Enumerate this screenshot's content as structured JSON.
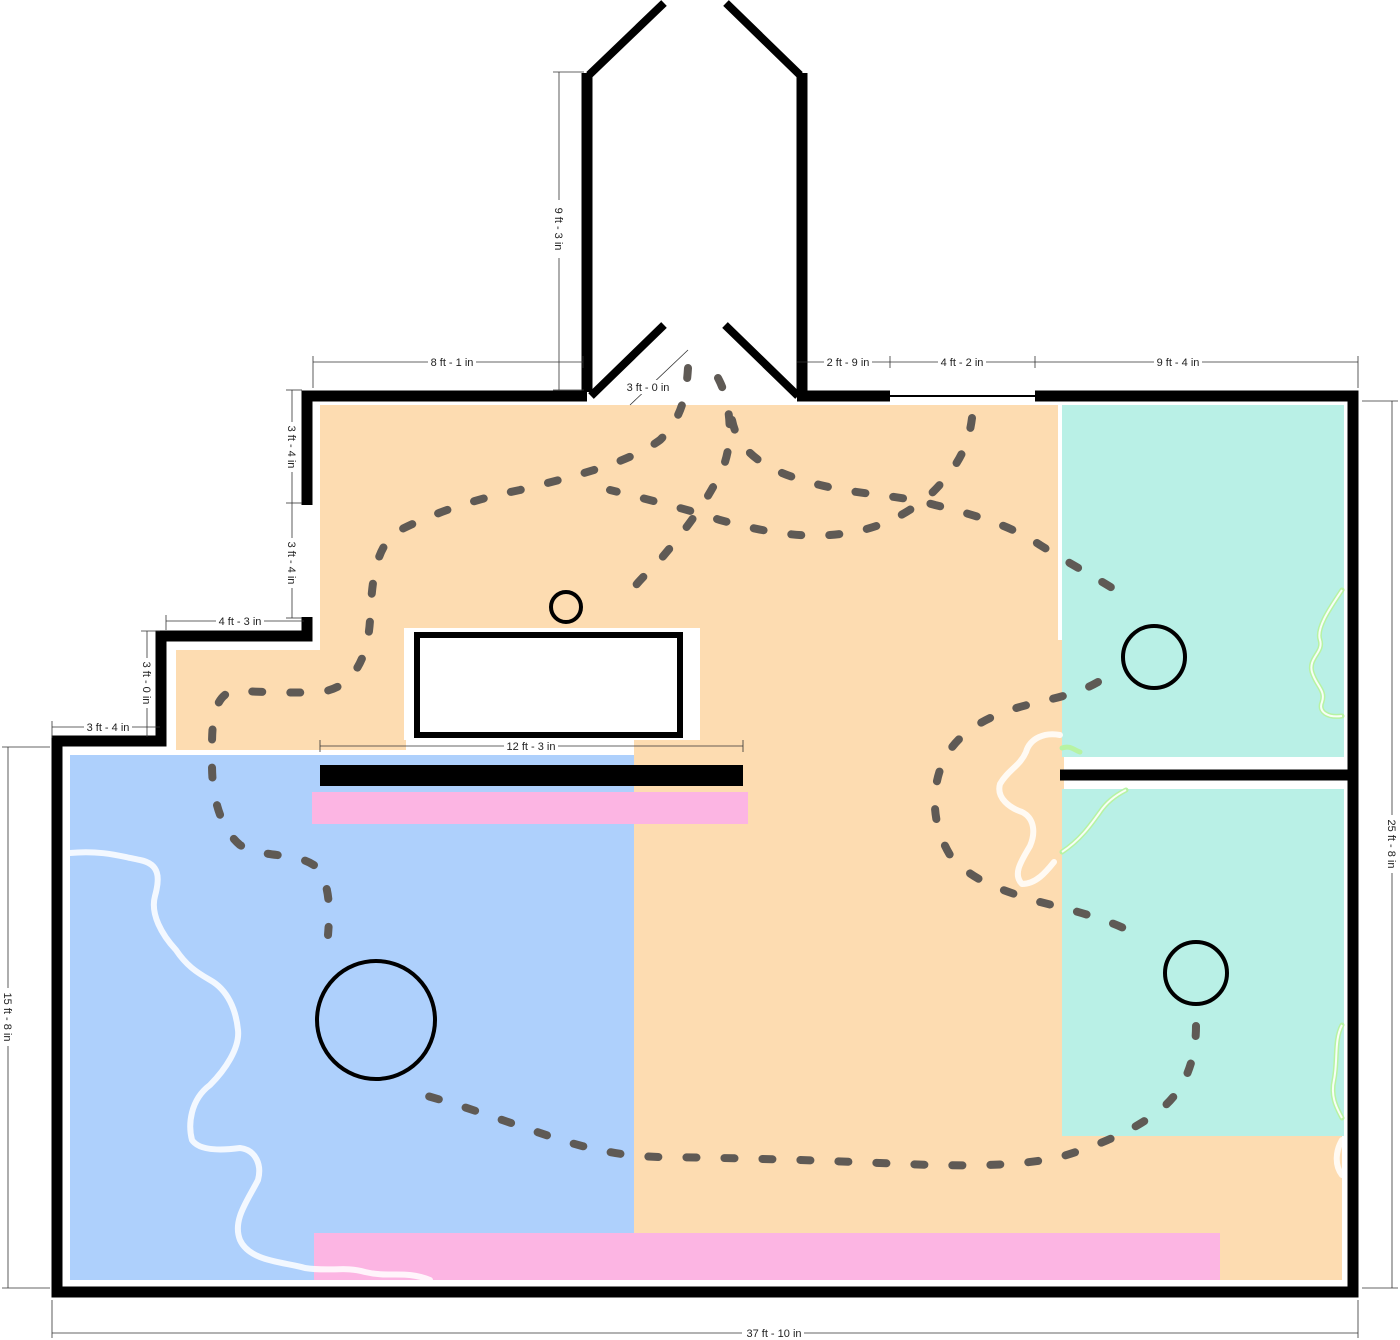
{
  "colors": {
    "zone_main": "#fddcb1",
    "zone_left": "#aed0fc",
    "zone_right": "#b9f0e6",
    "strip": "#fcb5e3",
    "wall": "#000000",
    "path": "#5f5a55",
    "stream": "#b7f3a3"
  },
  "dimensions": {
    "d_9ft3": "9 ft - 3 in",
    "d_8ft1": "8 ft - 1 in",
    "d_3ft0_door": "3 ft - 0 in",
    "d_2ft9": "2 ft - 9 in",
    "d_4ft2": "4 ft - 2 in",
    "d_9ft4": "9 ft - 4 in",
    "d_3ft4_a": "3 ft - 4 in",
    "d_3ft4_b": "3 ft - 4 in",
    "d_4ft3": "4 ft - 3 in",
    "d_3ft0_step": "3 ft - 0 in",
    "d_3ft4_c": "3 ft - 4 in",
    "d_12ft3": "12 ft - 3 in",
    "d_25ft8": "25 ft - 8 in",
    "d_15ft8": "15 ft - 8 in",
    "d_37ft10": "37 ft - 10 in"
  },
  "icons": {
    "marker": "circle-marker-icon",
    "path": "dashed-path-icon"
  }
}
